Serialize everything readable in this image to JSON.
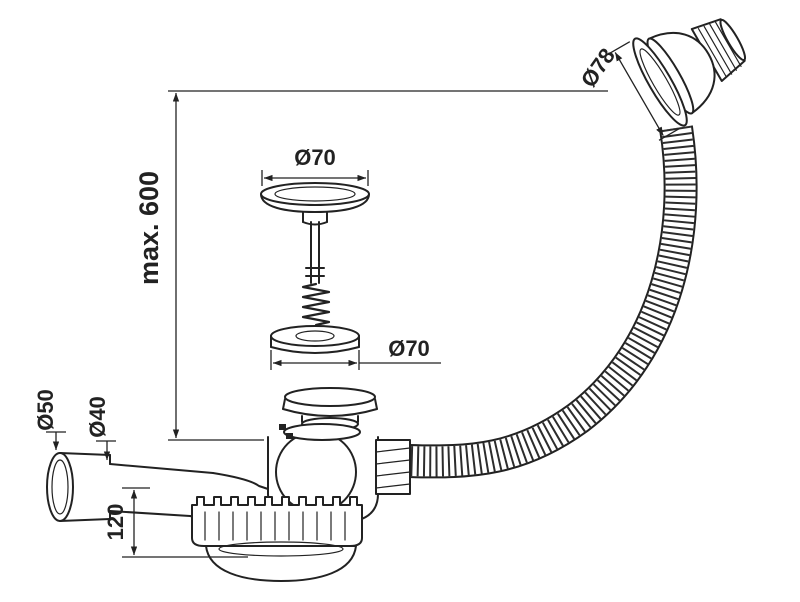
{
  "labels": {
    "max_600": "max. 600",
    "dia_78": "Ø78",
    "dia_70_cap": "Ø70",
    "dia_70_body": "Ø70",
    "dia_50": "Ø50",
    "dia_40": "Ø40",
    "height_120": "120"
  },
  "colors": {
    "line": "#222222",
    "background": "#ffffff"
  }
}
